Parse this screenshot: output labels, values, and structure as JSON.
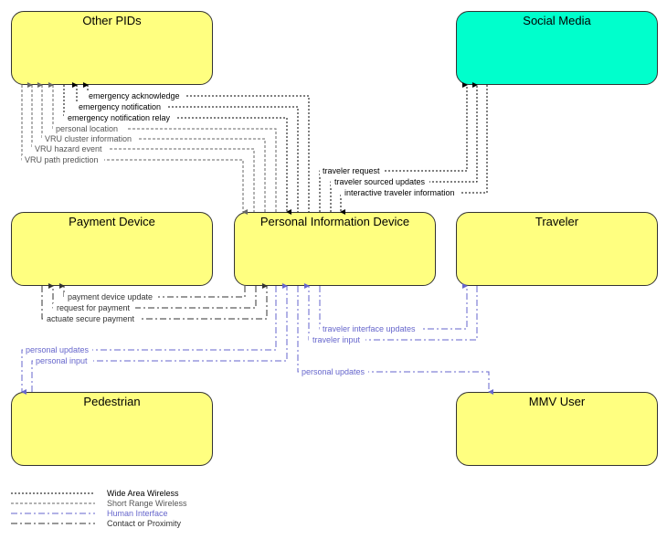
{
  "nodes": {
    "other_pids": "Other PIDs",
    "social_media": "Social Media",
    "payment_device": "Payment Device",
    "pid": "Personal Information Device",
    "traveler": "Traveler",
    "pedestrian": "Pedestrian",
    "mmv_user": "MMV User"
  },
  "flows": {
    "emergency_acknowledge": "emergency acknowledge",
    "emergency_notification": "emergency notification",
    "emergency_notification_relay": "emergency notification relay",
    "personal_location": "personal location",
    "vru_cluster_information": "VRU cluster information",
    "vru_hazard_event": "VRU hazard event",
    "vru_path_prediction": "VRU path prediction",
    "traveler_request": "traveler request",
    "traveler_sourced_updates": "traveler sourced updates",
    "interactive_traveler_information": "interactive traveler information",
    "payment_device_update": "payment device update",
    "request_for_payment": "request for payment",
    "actuate_secure_payment": "actuate secure payment",
    "traveler_interface_updates": "traveler interface updates",
    "traveler_input": "traveler input",
    "personal_updates_ped": "personal updates",
    "personal_input": "personal input",
    "personal_updates_mmv": "personal updates"
  },
  "legend": {
    "wide_area_wireless": "Wide Area Wireless",
    "short_range_wireless": "Short Range Wireless",
    "human_interface": "Human Interface",
    "contact_or_proximity": "Contact or Proximity"
  },
  "colors": {
    "node_yellow": "#ffff80",
    "node_teal": "#00ffcc",
    "wide_area": "#000000",
    "short_range": "#666666",
    "human_interface": "#6666cc",
    "contact": "#333333"
  }
}
